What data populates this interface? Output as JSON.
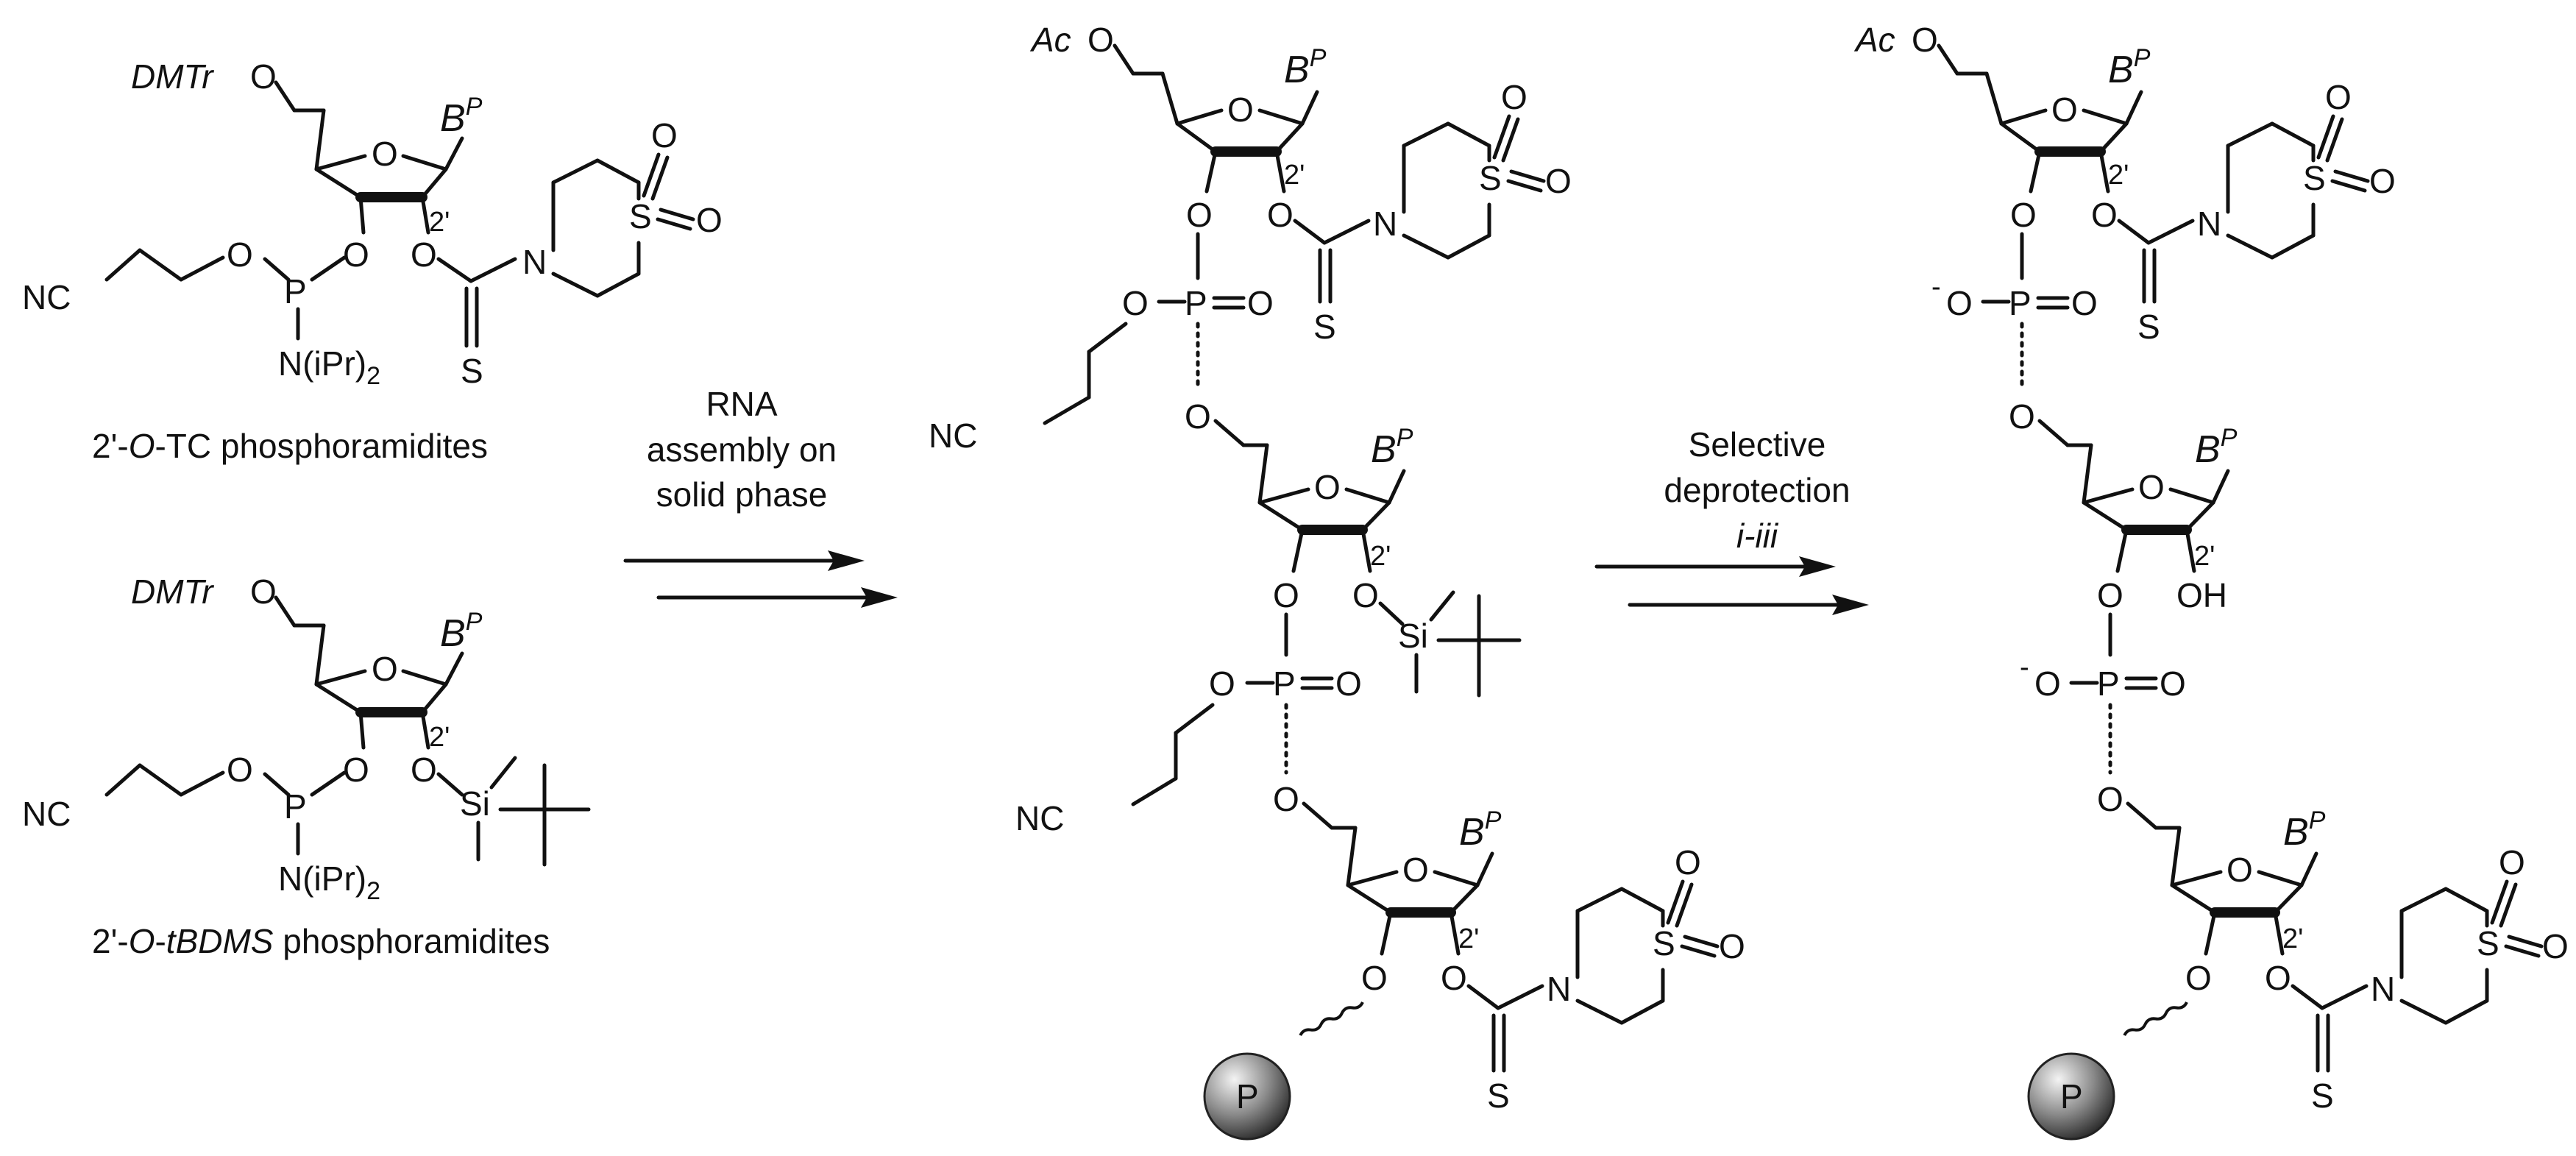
{
  "atoms": {
    "o": "O",
    "p": "P",
    "s": "S",
    "n": "N",
    "si": "Si",
    "nc": "NC",
    "oh": "OH",
    "dmtr": "DMTr",
    "ac": "Ac",
    "b": "B",
    "b_sup": "P",
    "two_prime": "2'",
    "niPr_main": "N(iPr)",
    "niPr_sub": "2",
    "minus": "-",
    "support": "P"
  },
  "captions": {
    "tc_prefix": "2'-",
    "tc_o": "O",
    "tc_suffix": "-TC phosphoramidites",
    "tbdms_prefix": "2'-",
    "tbdms_o": "O",
    "tbdms_dash": "-",
    "tbdms_t": "tBDMS",
    "tbdms_suffix": " phosphoramidites"
  },
  "steps": {
    "assembly_line1": "RNA",
    "assembly_line2": "assembly on",
    "assembly_line3": "solid phase",
    "deprotection_line1": "Selective",
    "deprotection_line2": "deprotection",
    "deprotection_line3": "i-iii"
  }
}
